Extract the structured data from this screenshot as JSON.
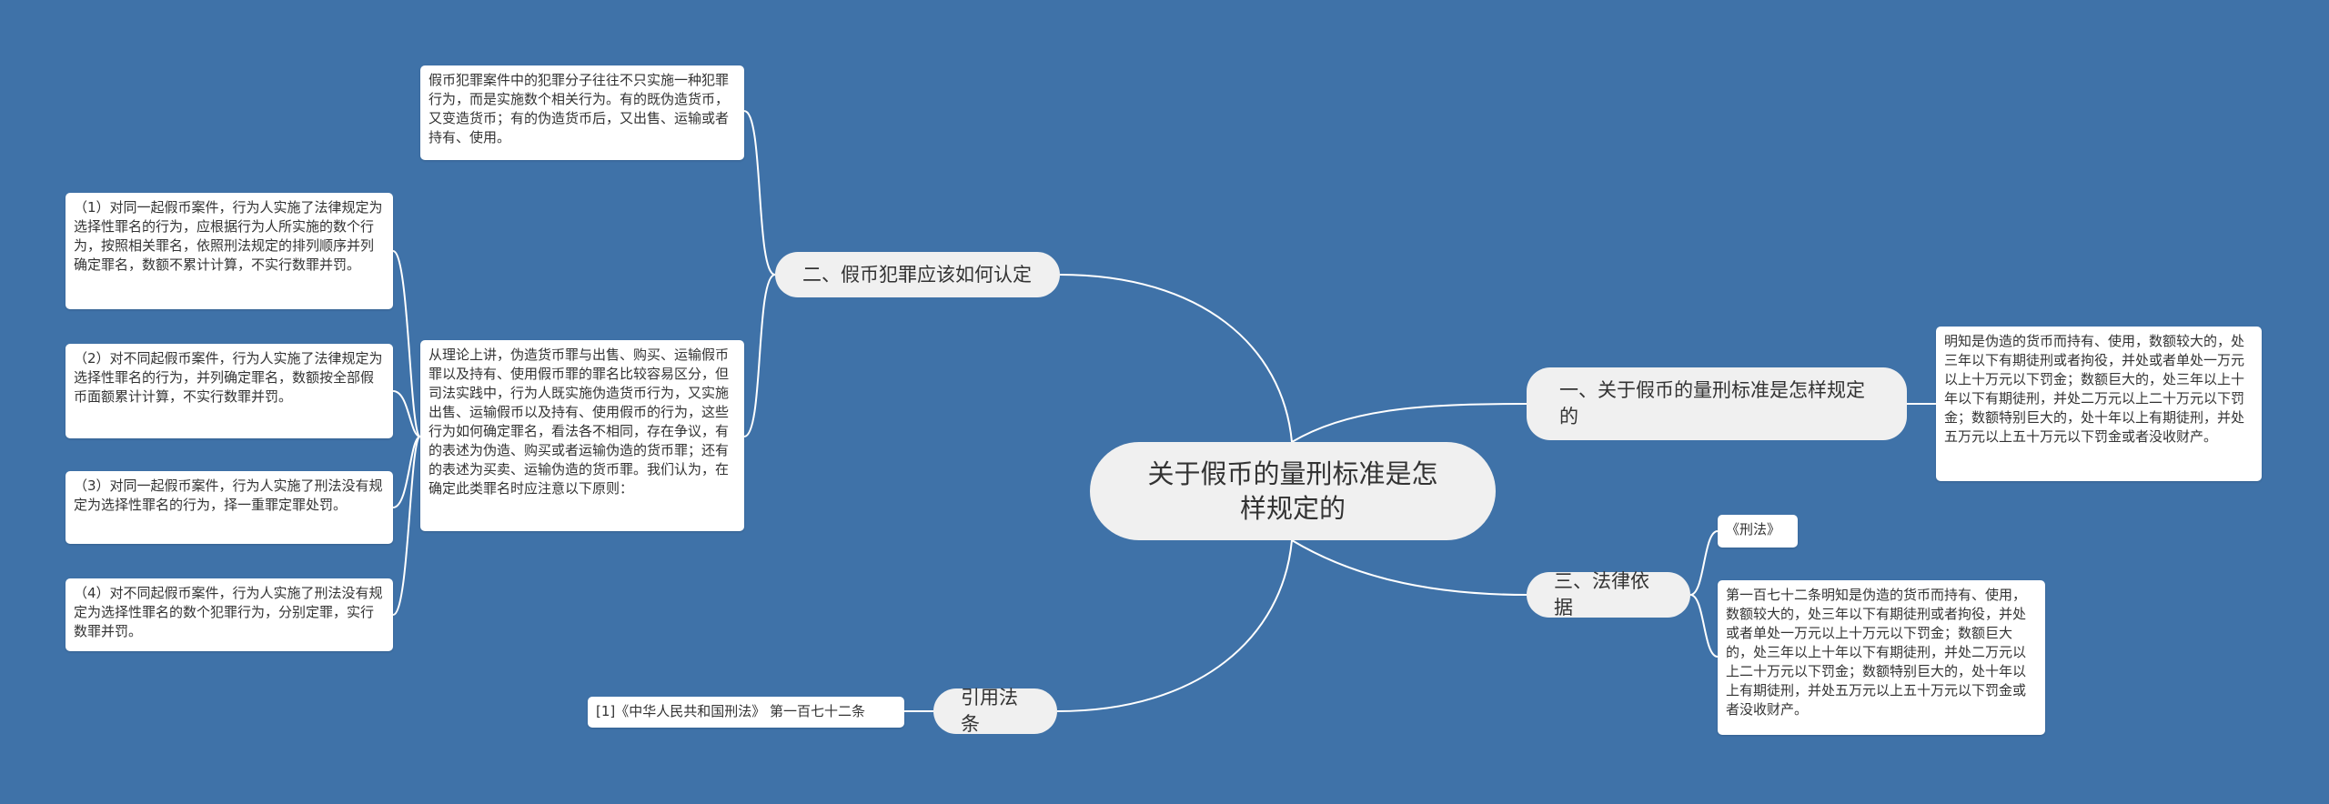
{
  "root": {
    "title": "关于假币的量刑标准是怎样规定的"
  },
  "branches": {
    "b1": {
      "label": "一、关于假币的量刑标准是怎样规定的",
      "leaves": [
        "明知是伪造的货币而持有、使用，数额较大的，处三年以下有期徒刑或者拘役，并处或者单处一万元以上十万元以下罚金；数额巨大的，处三年以上十年以下有期徒刑，并处二万元以上二十万元以下罚金；数额特别巨大的，处十年以上有期徒刑，并处五万元以上五十万元以下罚金或者没收财产。"
      ]
    },
    "b2": {
      "label": "二、假币犯罪应该如何认定",
      "leaves": [
        "假币犯罪案件中的犯罪分子往往不只实施一种犯罪行为，而是实施数个相关行为。有的既伪造货币，又变造货币；有的伪造货币后，又出售、运输或者持有、使用。",
        "从理论上讲，伪造货币罪与出售、购买、运输假币罪以及持有、使用假币罪的罪名比较容易区分，但司法实践中，行为人既实施伪造货币行为，又实施出售、运输假币以及持有、使用假币的行为，这些行为如何确定罪名，看法各不相同，存在争议，有的表述为伪造、购买或者运输伪造的货币罪；还有的表述为买卖、运输伪造的货币罪。我们认为，在确定此类罪名时应注意以下原则："
      ],
      "principles": [
        "（1）对同一起假币案件，行为人实施了法律规定为选择性罪名的行为，应根据行为人所实施的数个行为，按照相关罪名，依照刑法规定的排列顺序并列确定罪名，数额不累计计算，不实行数罪并罚。",
        "（2）对不同起假币案件，行为人实施了法律规定为选择性罪名的行为，并列确定罪名，数额按全部假币面额累计计算，不实行数罪并罚。",
        "（3）对同一起假币案件，行为人实施了刑法没有规定为选择性罪名的行为，择一重罪定罪处罚。",
        "（4）对不同起假币案件，行为人实施了刑法没有规定为选择性罪名的数个犯罪行为，分别定罪，实行数罪并罚。"
      ]
    },
    "b3": {
      "label": "三、法律依据",
      "leaves": [
        "《刑法》",
        "第一百七十二条明知是伪造的货币而持有、使用，数额较大的，处三年以下有期徒刑或者拘役，并处或者单处一万元以上十万元以下罚金；数额巨大的，处三年以上十年以下有期徒刑，并处二万元以上二十万元以下罚金；数额特别巨大的，处十年以上有期徒刑，并处五万元以上五十万元以下罚金或者没收财产。"
      ]
    },
    "b4": {
      "label": "引用法条",
      "leaves": [
        "[1]《中华人民共和国刑法》 第一百七十二条"
      ]
    }
  },
  "colors": {
    "background": "#3f72a8",
    "node_fill": "#f0f0f0",
    "leaf_fill": "#ffffff",
    "connector": "#ffffff",
    "text": "#333333"
  }
}
